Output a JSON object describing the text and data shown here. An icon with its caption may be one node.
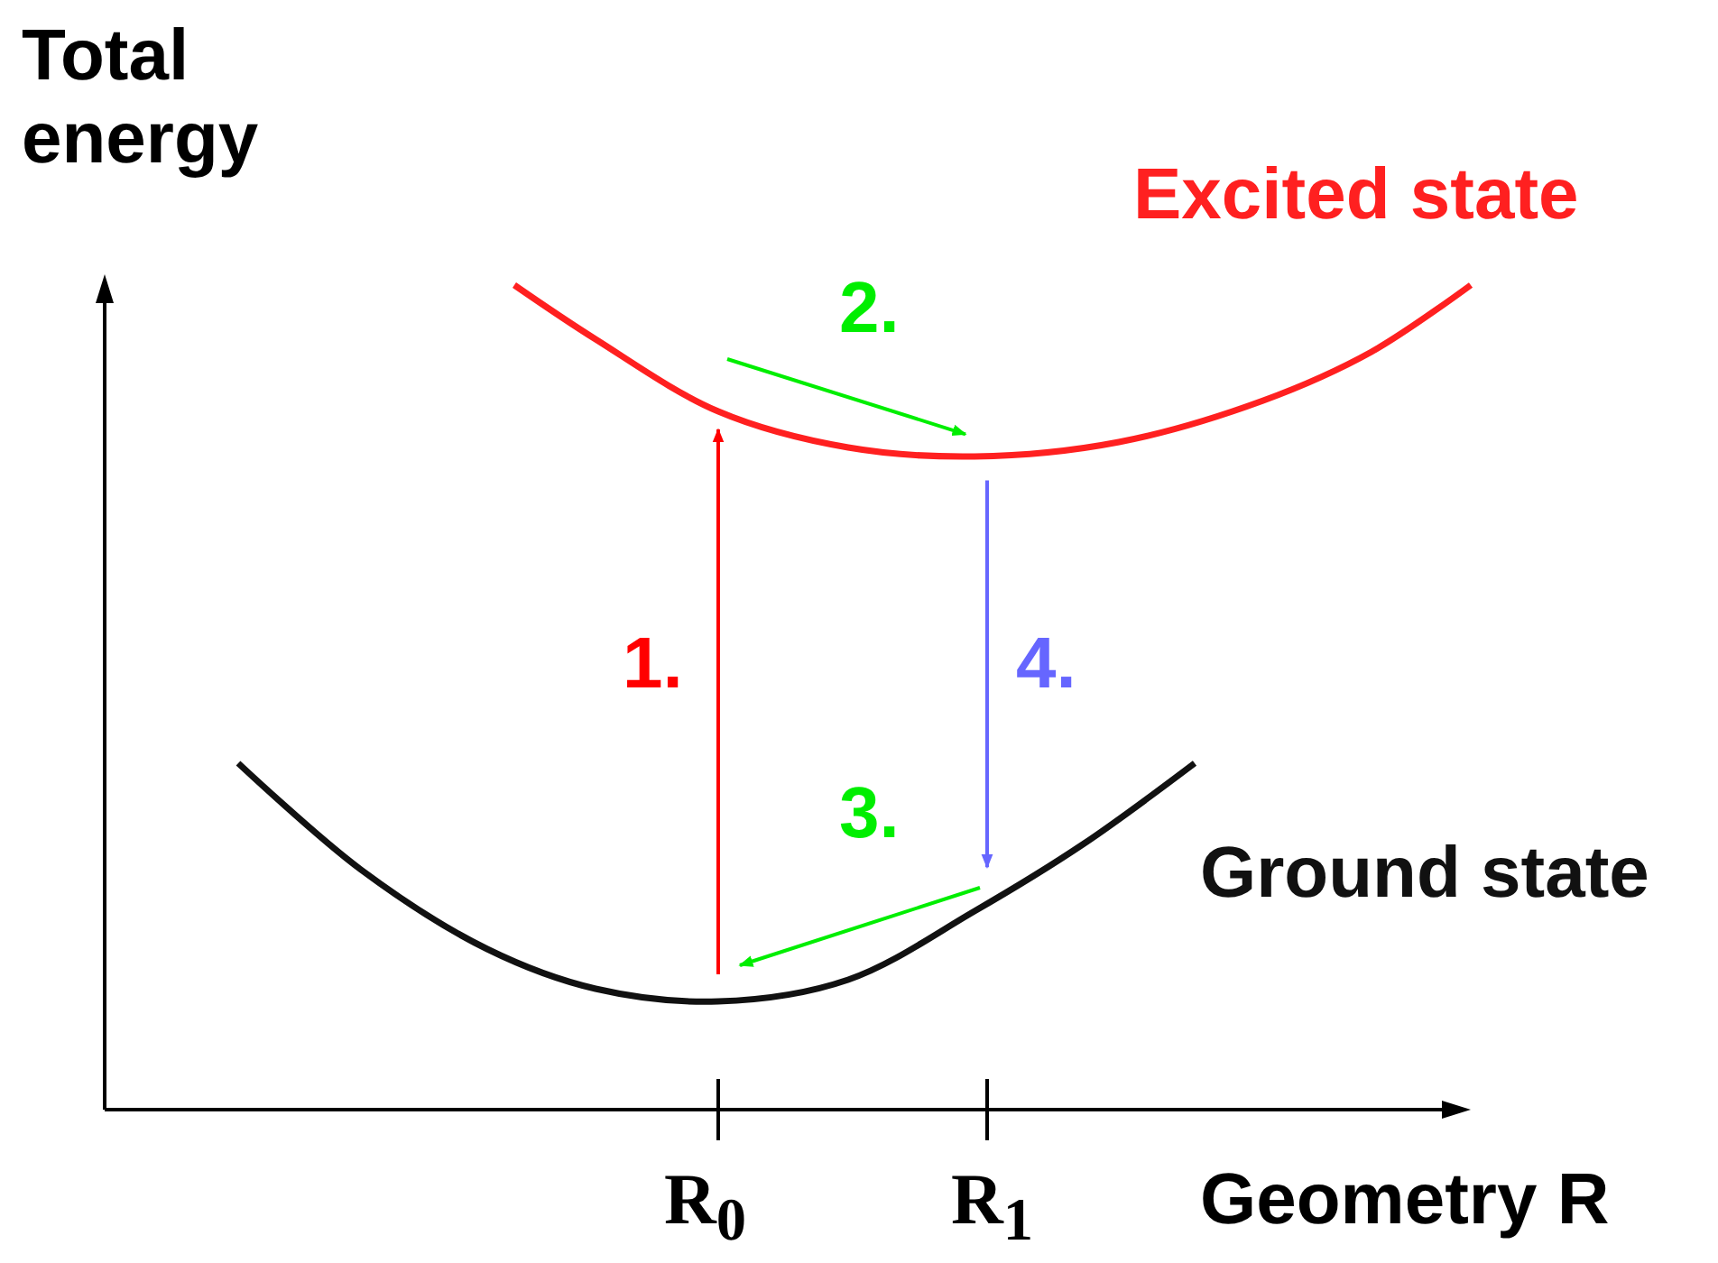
{
  "diagram": {
    "nodes": [
      {
        "text": [
          "Excited state"
        ]
      },
      {
        "text": [
          "Ground state"
        ]
      }
    ],
    "edges": [
      {
        "from": 1,
        "to": 0,
        "arrow": "to",
        "label": "1.",
        "color": "#ff0000"
      },
      {
        "from": null,
        "to": 0,
        "arrow": "to",
        "label": "2.",
        "color": "#00ee00"
      },
      {
        "from": null,
        "to": 1,
        "arrow": "to",
        "label": "3.",
        "color": "#00ee00"
      },
      {
        "from": 0,
        "to": 1,
        "arrow": "to",
        "label": "4.",
        "color": "#6666ff"
      }
    ],
    "labels": [
      "Total energy",
      "R$_{0}$",
      "R$_{1}$",
      "Geometry R"
    ]
  }
}
